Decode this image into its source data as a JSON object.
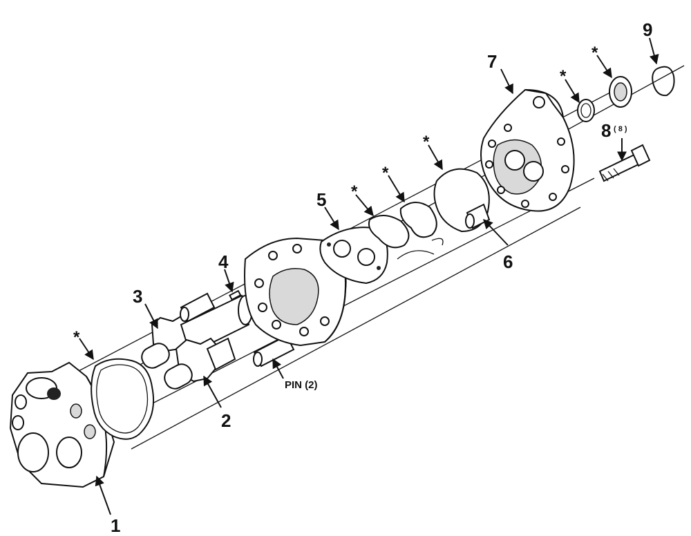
{
  "callouts": {
    "c1": "1",
    "c2": "2",
    "c3": "3",
    "c4": "4",
    "c5": "5",
    "c6": "6",
    "c7": "7",
    "c8": "8",
    "c8_qty": "( 8 )",
    "c9": "9",
    "pin": "PIN (2)",
    "star": "*"
  }
}
